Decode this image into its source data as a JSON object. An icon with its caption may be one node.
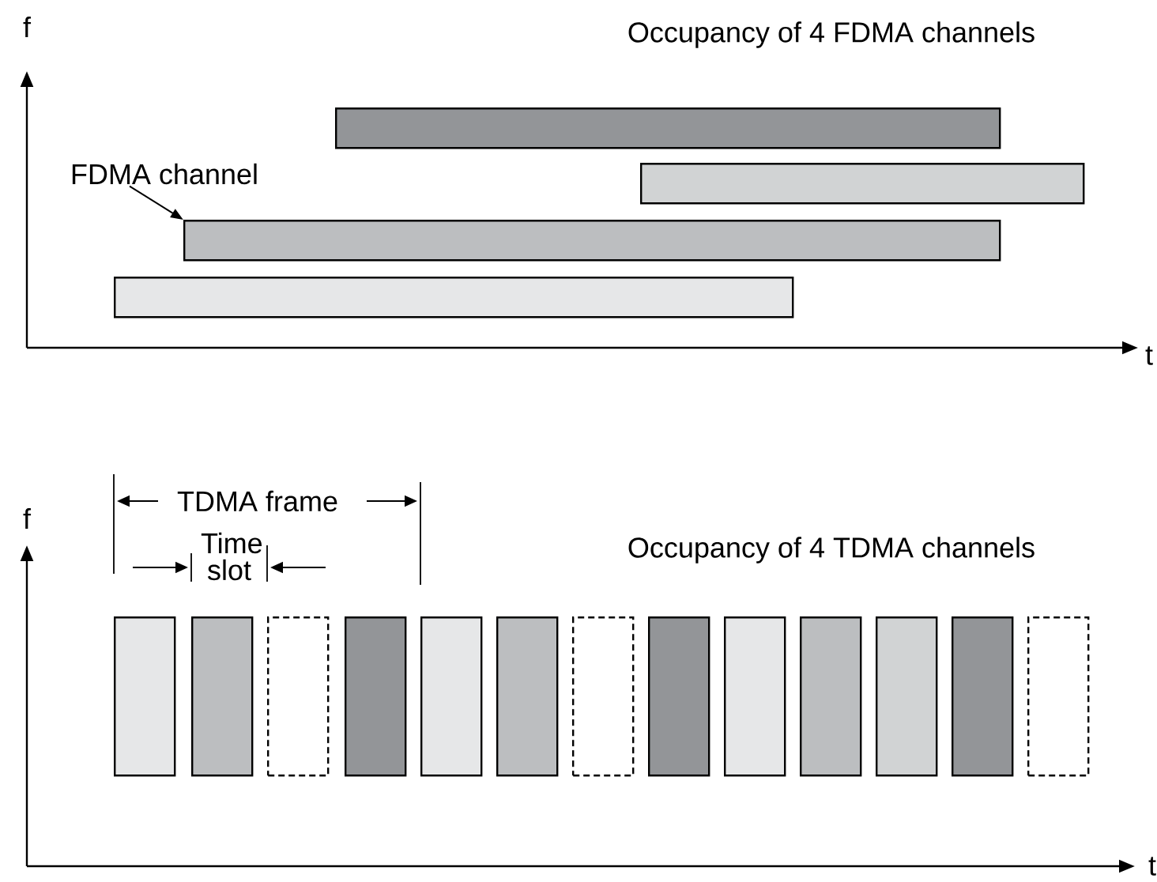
{
  "diagram": {
    "nodes": [
      {
        "text": [],
        "shape": "bar"
      },
      {
        "text": [],
        "shape": "bar"
      },
      {
        "text": [
          "FDMA channel"
        ]
      },
      {
        "text": [],
        "shape": "bar"
      },
      {
        "text": [],
        "shape": "bar"
      },
      {
        "text": [],
        "shape": "bar"
      },
      {
        "text": [],
        "shape": "bar"
      },
      {
        "text": [],
        "shape": "bar"
      },
      {
        "text": [],
        "shape": "bar"
      },
      {
        "text": [],
        "shape": "bar"
      },
      {
        "text": [],
        "shape": "bar"
      },
      {
        "text": [],
        "shape": "bar"
      },
      {
        "text": [],
        "shape": "bar"
      },
      {
        "text": [],
        "shape": "bar"
      },
      {
        "text": [],
        "shape": "bar"
      },
      {
        "text": [],
        "shape": "bar"
      },
      {
        "text": [],
        "shape": "bar"
      },
      {
        "text": [],
        "shape": "bar"
      }
    ],
    "edges": [
      {
        "from": 2,
        "to": 3,
        "arrow": "to"
      }
    ],
    "labels": [
      "f",
      "Occupancy of 4 FDMA channels",
      "t",
      "TDMA frame",
      "f",
      "Time slot",
      "Occupancy of 4 TDMA channels",
      "t"
    ]
  }
}
